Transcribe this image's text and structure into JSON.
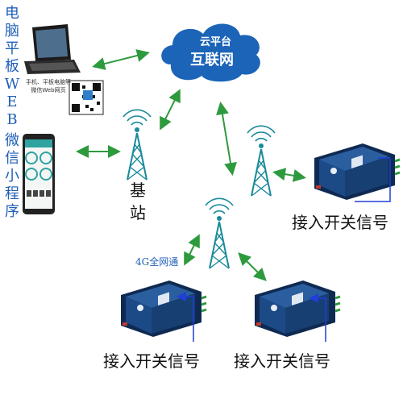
{
  "cloud": {
    "line1": "云平台",
    "line2": "互联网"
  },
  "left": {
    "web_label": "电脑平板WEB",
    "qr_caption_line1": "手机、平板电脑等",
    "qr_caption_line2": "微信Web网页",
    "mini_label": "微信小程序"
  },
  "base_station": {
    "label": "基站"
  },
  "network": {
    "label": "4G全网通"
  },
  "devices": [
    {
      "label": "接入开关信号"
    },
    {
      "label": "接入开关信号"
    },
    {
      "label": "接入开关信号"
    }
  ],
  "colors": {
    "arrow": "#2e9a3e",
    "signal": "#1f3fd6",
    "cloud": "#1b64b8",
    "text_blue": "#1f5fb8",
    "device": "#12305c"
  },
  "icons": [
    "laptop-icon",
    "qr-code-icon",
    "phone-icon",
    "cloud-icon",
    "tower-icon",
    "device-icon"
  ]
}
